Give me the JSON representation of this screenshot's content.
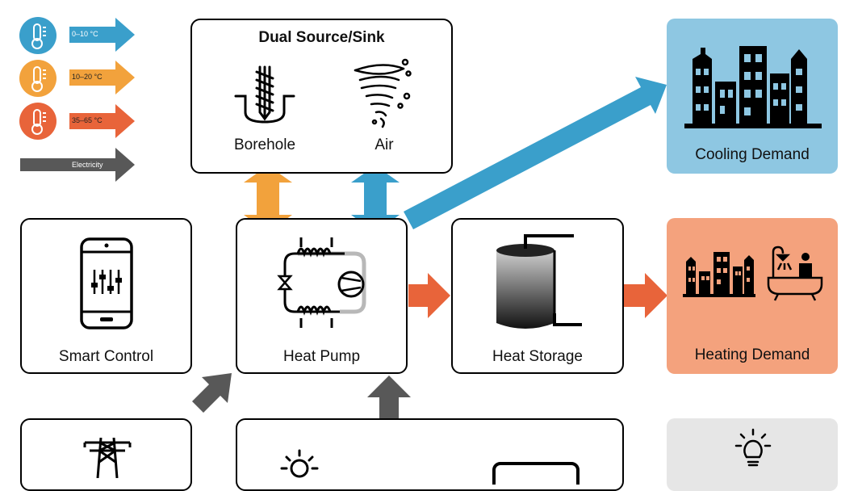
{
  "legend": {
    "cold": "0–10 °C",
    "warm": "10–20 °C",
    "hot": "35–65 °C",
    "electricity": "Electricity"
  },
  "source": {
    "title": "Dual Source/Sink",
    "borehole": "Borehole",
    "air": "Air"
  },
  "nodes": {
    "smart_control": "Smart Control",
    "heat_pump": "Heat Pump",
    "heat_storage": "Heat Storage"
  },
  "demand": {
    "cooling": "Cooling Demand",
    "heating": "Heating Demand"
  },
  "colors": {
    "cold": "#3a9fcb",
    "warm": "#f2a23c",
    "hot": "#e8643a",
    "electricity": "#585858",
    "cooling_bg": "#8ec7e2",
    "heating_bg": "#f4a27d",
    "light_bg": "#e6e6e6"
  }
}
